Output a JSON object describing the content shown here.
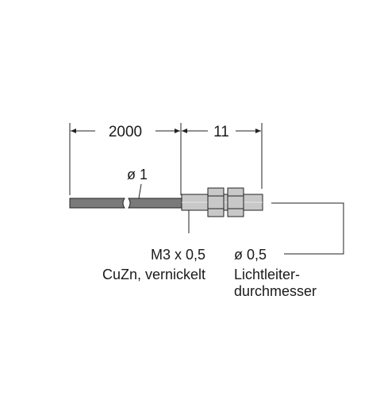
{
  "dimensions": {
    "cable_length": "2000",
    "tip_length": "11"
  },
  "labels": {
    "cable_diameter": "ø 1",
    "thread_line1": "M3 x 0,5",
    "thread_line2": "CuZn, vernickelt",
    "fiber_line1": "ø 0,5",
    "fiber_line2": "Lichtleiter-",
    "fiber_line3": "durchmesser"
  },
  "colors": {
    "cable": "#7a7a7a",
    "metal": "#c8c8c8",
    "line": "#222222"
  }
}
